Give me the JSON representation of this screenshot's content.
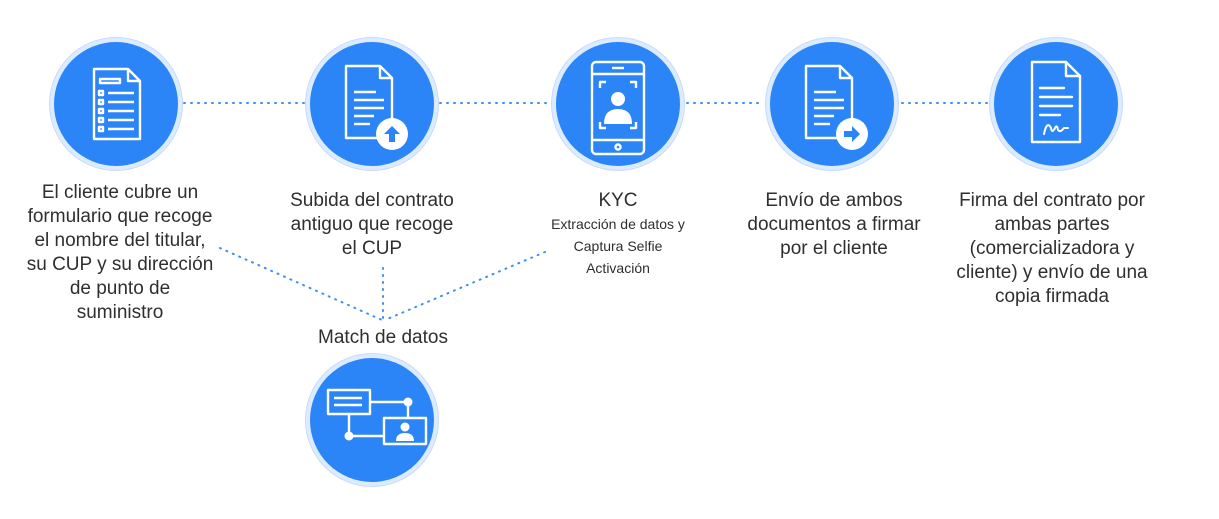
{
  "steps": [
    {
      "label_lines": [
        "El cliente cubre un",
        "formulario que recoge",
        "el nombre del titular,",
        "su CUP y su dirección",
        "de punto de",
        "suministro"
      ],
      "icon": "form-checklist-icon"
    },
    {
      "label_lines": [
        "Subida del contrato",
        "antiguo que recoge",
        "el CUP"
      ],
      "icon": "document-upload-icon"
    },
    {
      "title": "KYC",
      "sub_lines": [
        "Extracción de datos y",
        "Captura Selfie",
        "Activación"
      ],
      "icon": "phone-selfie-icon"
    },
    {
      "label_lines": [
        "Envío de ambos",
        "documentos a firmar",
        "por el cliente"
      ],
      "icon": "document-send-icon"
    },
    {
      "label_lines": [
        "Firma del contrato por",
        "ambas partes",
        "(comercializadora y",
        "cliente) y envío de una",
        "copia firmada"
      ],
      "icon": "signed-document-icon"
    }
  ],
  "match": {
    "label": "Match de datos",
    "icon": "data-match-icon"
  },
  "colors": {
    "circle": "#2b85f7",
    "ring": "#dcebff",
    "dots": "#3d8ef5",
    "icon": "#ffffff"
  }
}
